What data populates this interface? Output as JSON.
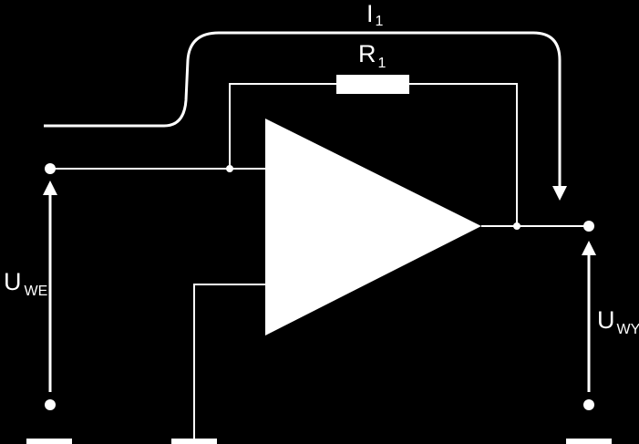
{
  "colors": {
    "background": "#000000",
    "foreground": "#ffffff"
  },
  "labels": {
    "current": {
      "main": "I",
      "sub": "1"
    },
    "resistor": {
      "main": "R",
      "sub": "1"
    },
    "input_voltage": {
      "main": "U",
      "sub": "WE"
    },
    "output_voltage": {
      "main": "U",
      "sub": "WY"
    }
  }
}
